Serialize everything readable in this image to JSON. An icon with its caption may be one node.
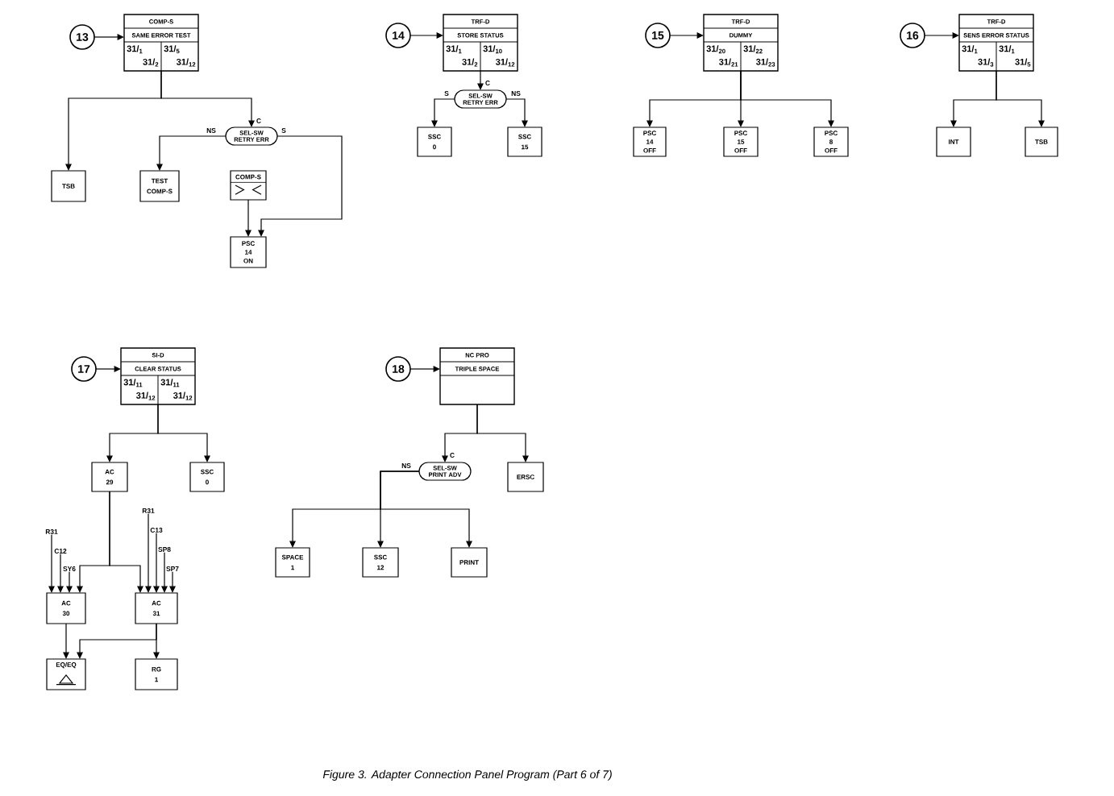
{
  "diagram": {
    "caption": "Figure 3. Adapter Connection Panel Program (Part 6 of 7)",
    "nodes": [
      {
        "text": [
          "13"
        ]
      },
      {
        "text": [
          "COMP-S",
          "SAME ERROR TEST",
          "31/$_{1}$",
          "31/$_{5}$",
          "31/$_{2}$",
          "31/$_{12}$"
        ]
      },
      {
        "text": [
          "TSB"
        ]
      },
      {
        "text": [
          "SEL-SW",
          "RETRY ERR"
        ]
      },
      {
        "text": [
          "TEST",
          "COMP-S"
        ]
      },
      {
        "text": [
          "COMP-S"
        ]
      },
      {
        "text": [
          "PSC",
          "14",
          "ON"
        ]
      },
      {
        "text": [
          "14"
        ]
      },
      {
        "text": [
          "TRF-D",
          "STORE STATUS",
          "31/$_{1}$",
          "31/$_{10}$",
          "31/$_{2}$",
          "31/$_{12}$"
        ]
      },
      {
        "text": [
          "SEL-SW",
          "RETRY ERR"
        ]
      },
      {
        "text": [
          "SSC",
          "0"
        ]
      },
      {
        "text": [
          "SSC",
          "15"
        ]
      },
      {
        "text": [
          "15"
        ]
      },
      {
        "text": [
          "TRF-D",
          "DUMMY",
          "31/$_{20}$",
          "31/$_{22}$",
          "31/$_{21}$",
          "31/$_{23}$"
        ]
      },
      {
        "text": [
          "PSC",
          "14",
          "OFF"
        ]
      },
      {
        "text": [
          "PSC",
          "15",
          "OFF"
        ]
      },
      {
        "text": [
          "PSC",
          "8",
          "OFF"
        ]
      },
      {
        "text": [
          "16"
        ]
      },
      {
        "text": [
          "TRF-D",
          "SENS ERROR STATUS",
          "31/$_{1}$",
          "31/$_{1}$",
          "31/$_{3}$",
          "31/$_{5}$"
        ]
      },
      {
        "text": [
          "INT"
        ]
      },
      {
        "text": [
          "TSB"
        ]
      },
      {
        "text": [
          "17"
        ]
      },
      {
        "text": [
          "SI-D",
          "CLEAR STATUS",
          "31/$_{11}$",
          "31/$_{11}$",
          "31/$_{12}$",
          "31/$_{12}$"
        ]
      },
      {
        "text": [
          "AC",
          "29"
        ]
      },
      {
        "text": [
          "SSC",
          "0"
        ]
      },
      {
        "text": [
          "R31"
        ]
      },
      {
        "text": [
          "C12"
        ]
      },
      {
        "text": [
          "SY6"
        ]
      },
      {
        "text": [
          "R31"
        ]
      },
      {
        "text": [
          "C13"
        ]
      },
      {
        "text": [
          "SP8"
        ]
      },
      {
        "text": [
          "SP7"
        ]
      },
      {
        "text": [
          "AC",
          "30"
        ]
      },
      {
        "text": [
          "AC",
          "31"
        ]
      },
      {
        "text": [
          "EQ/EQ"
        ]
      },
      {
        "text": [
          "RG",
          "1"
        ]
      },
      {
        "text": [
          "18"
        ]
      },
      {
        "text": [
          "NC PRO",
          "TRIPLE SPACE"
        ]
      },
      {
        "text": [
          "SEL-SW",
          "PRINT ADV"
        ]
      },
      {
        "text": [
          "ERSC"
        ]
      },
      {
        "text": [
          "SPACE",
          "1"
        ]
      },
      {
        "text": [
          "SSC",
          "12"
        ]
      },
      {
        "text": [
          "PRINT"
        ]
      }
    ],
    "edges": [
      {
        "from": 0,
        "to": 1,
        "arrow": "to"
      },
      {
        "from": 1,
        "to": 2,
        "arrow": "to"
      },
      {
        "from": 1,
        "to": 3,
        "arrow": "to",
        "label": "C"
      },
      {
        "from": 3,
        "to": 4,
        "arrow": "to",
        "label": "NS"
      },
      {
        "from": 3,
        "to": 6,
        "arrow": "to",
        "label": "S"
      },
      {
        "from": 5,
        "to": 6,
        "arrow": "to"
      },
      {
        "from": 7,
        "to": 8,
        "arrow": "to"
      },
      {
        "from": 8,
        "to": 9,
        "arrow": "to",
        "label": "C"
      },
      {
        "from": 9,
        "to": 10,
        "arrow": "to",
        "label": "S"
      },
      {
        "from": 9,
        "to": 11,
        "arrow": "to",
        "label": "NS"
      },
      {
        "from": 12,
        "to": 13,
        "arrow": "to"
      },
      {
        "from": 13,
        "to": 14,
        "arrow": "to"
      },
      {
        "from": 13,
        "to": 15,
        "arrow": "to"
      },
      {
        "from": 13,
        "to": 16,
        "arrow": "to"
      },
      {
        "from": 17,
        "to": 18,
        "arrow": "to"
      },
      {
        "from": 18,
        "to": 19,
        "arrow": "to"
      },
      {
        "from": 18,
        "to": 20,
        "arrow": "to"
      },
      {
        "from": 21,
        "to": 22,
        "arrow": "to"
      },
      {
        "from": 22,
        "to": 23,
        "arrow": "to"
      },
      {
        "from": 22,
        "to": 24,
        "arrow": "to"
      },
      {
        "from": 23,
        "to": 32,
        "arrow": "to"
      },
      {
        "from": 23,
        "to": 33,
        "arrow": "to"
      },
      {
        "from": 25,
        "to": 32,
        "arrow": "to"
      },
      {
        "from": 26,
        "to": 32,
        "arrow": "to"
      },
      {
        "from": 27,
        "to": 32,
        "arrow": "to"
      },
      {
        "from": 28,
        "to": 33,
        "arrow": "to"
      },
      {
        "from": 29,
        "to": 33,
        "arrow": "to"
      },
      {
        "from": 30,
        "to": 33,
        "arrow": "to"
      },
      {
        "from": 31,
        "to": 33,
        "arrow": "to"
      },
      {
        "from": 32,
        "to": 34,
        "arrow": "to"
      },
      {
        "from": 33,
        "to": 34,
        "arrow": "to"
      },
      {
        "from": 33,
        "to": 35,
        "arrow": "to"
      },
      {
        "from": 36,
        "to": 37,
        "arrow": "to"
      },
      {
        "from": 37,
        "to": 38,
        "arrow": "to",
        "label": "C"
      },
      {
        "from": 37,
        "to": 39,
        "arrow": "to"
      },
      {
        "from": 38,
        "to": 40,
        "arrow": "to",
        "label": "NS"
      },
      {
        "from": 38,
        "to": 41,
        "arrow": "to"
      },
      {
        "from": 38,
        "to": 42,
        "arrow": "to"
      }
    ]
  }
}
